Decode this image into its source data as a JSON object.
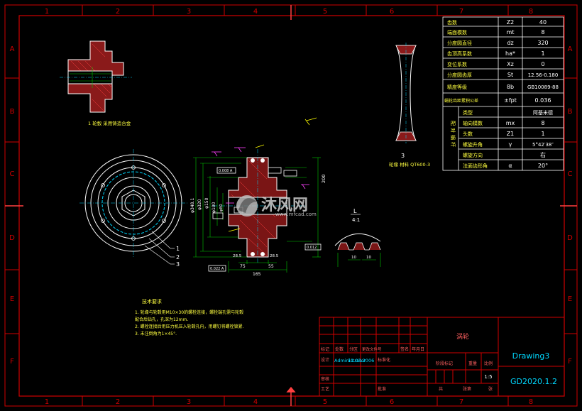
{
  "border": {
    "top_numbers": [
      "1",
      "2",
      "3",
      "4",
      "5",
      "6",
      "7",
      "8"
    ],
    "bottom_numbers": [
      "1",
      "2",
      "3",
      "4",
      "5",
      "6",
      "7",
      "8"
    ],
    "left_letters": [
      "A",
      "B",
      "C",
      "D",
      "E",
      "F"
    ],
    "right_letters": [
      "A",
      "B",
      "C",
      "D",
      "E",
      "F"
    ]
  },
  "params": {
    "rows": [
      {
        "name": "齿数",
        "sym": "Z2",
        "val": "40"
      },
      {
        "name": "端面模数",
        "sym": "mt",
        "val": "8"
      },
      {
        "name": "分度圆直径",
        "sym": "dz",
        "val": "320"
      },
      {
        "name": "齿顶高系数",
        "sym": "ha*",
        "val": "1"
      },
      {
        "name": "变位系数",
        "sym": "Xz",
        "val": "0"
      },
      {
        "name": "分度圆齿厚",
        "sym": "St",
        "val": "12.56-0.180"
      },
      {
        "name": "精度等级",
        "sym": "8b",
        "val": "GB10089-88"
      },
      {
        "name": "蜗轮齿距累积公差",
        "sym": "±fpt",
        "val": "0.036"
      }
    ],
    "mate_group_label": "配对蜗杆",
    "mate_rows": [
      {
        "name": "类型",
        "sym": "",
        "val": "阿基米德"
      },
      {
        "name": "轴向模数",
        "sym": "mx",
        "val": "8"
      },
      {
        "name": "头数",
        "sym": "Z1",
        "val": "1"
      },
      {
        "name": "螺旋升角",
        "sym": "γ",
        "val": "5°42′38″"
      },
      {
        "name": "螺旋方向",
        "sym": "",
        "val": "右"
      },
      {
        "name": "法面齿形角",
        "sym": "α",
        "val": "20°"
      }
    ]
  },
  "views": {
    "view1_caption": "1  轮毂  采用铸造合金",
    "view3_number": "3",
    "view3_caption": "轮缘  材料  QT600-3",
    "detail_label": "L",
    "detail_scale": "4:1",
    "callouts": [
      "1",
      "2",
      "3"
    ],
    "dims": [
      "φ348.1",
      "φ320",
      "φ150",
      "φ100",
      "φ80",
      "200",
      "75",
      "165",
      "55",
      "28.5",
      "28.5",
      "10",
      "10"
    ],
    "datum_labels": [
      "0.008 A",
      "0.022 A",
      "0.012"
    ]
  },
  "notes": {
    "title": "技术要求",
    "lines": [
      "1. 轮缘与轮毂用M10×30的螺栓连接，螺栓端孔需与轮毂",
      "   配合后钻孔，孔深为12mm.",
      "2. 螺栓连接后用压力机压入轮毂孔内，用螺钉将螺栓锁紧.",
      "3. 未注倒角为1×45°."
    ]
  },
  "title_block": {
    "part_name": "涡轮",
    "drawing_name": "Drawing3",
    "drawing_code": "GD2020.1.2",
    "row_labels": [
      "标记",
      "处数",
      "分区",
      "更改文件号",
      "签名",
      "年月日"
    ],
    "designer_label": "设计",
    "designer": "Administrator",
    "date": "11.03.2006",
    "standard_label": "标准化",
    "review_label": "审核",
    "process_label": "工艺",
    "approve_label": "批准",
    "stage_label": "阶段标记",
    "weight_label": "重量",
    "scale_label": "比例",
    "scale": "1:5",
    "sheet_total": "共",
    "sheet_label": "张第",
    "sheet_page": "张"
  },
  "watermark": {
    "name": "沐风网",
    "url": "www.mfcad.com"
  },
  "colors": {
    "background": "#000000",
    "frame": "#d00000",
    "line_white": "#ffffff",
    "line_green": "#00c800",
    "line_cyan": "#00d8ff",
    "line_magenta": "#ff40ff",
    "line_yellow": "#ffff00",
    "text_table": "#ffff40",
    "text_sym": "#ffffff"
  }
}
